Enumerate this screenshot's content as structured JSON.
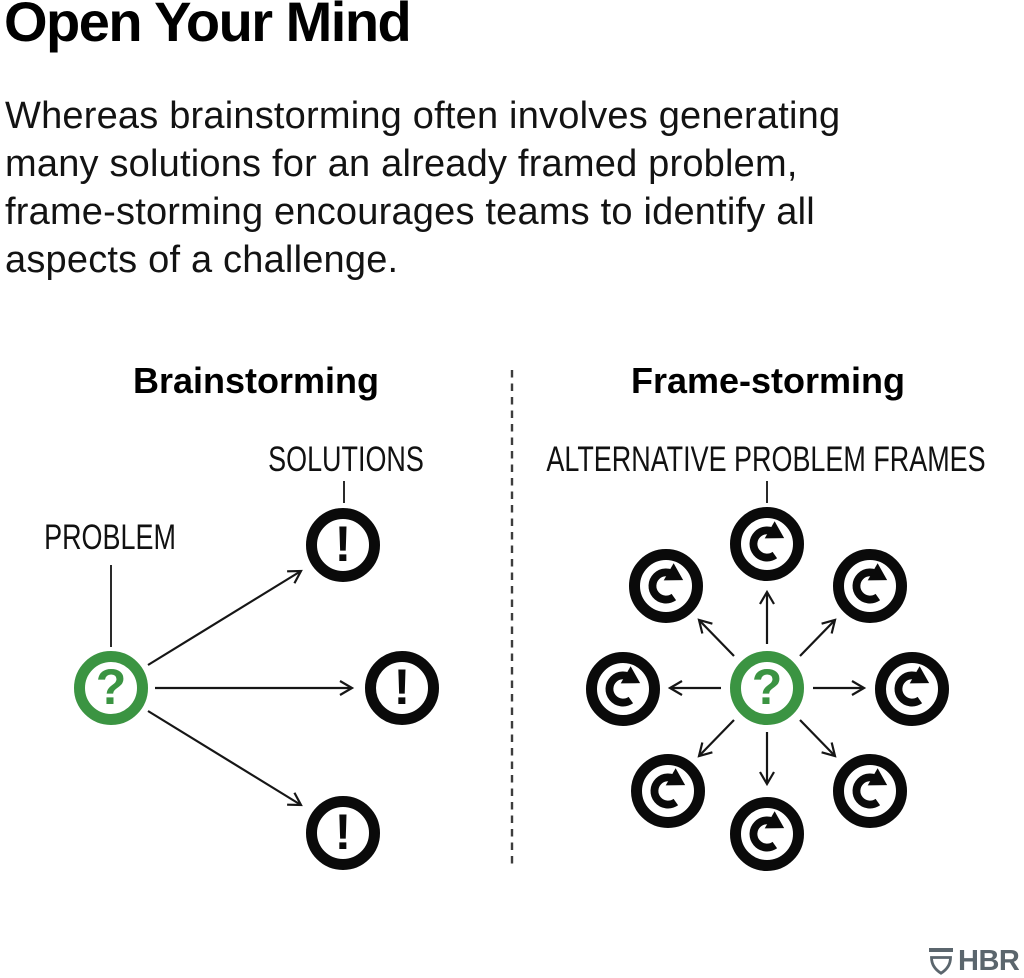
{
  "title": "Open Your Mind",
  "intro": {
    "lines": [
      "Whereas brainstorming often involves generating",
      "many solutions for an already framed problem,",
      "frame-storming encourages teams to identify all",
      "aspects of a challenge."
    ]
  },
  "panels": {
    "left": {
      "heading": "Brainstorming",
      "problem_label": "PROBLEM",
      "solutions_label": "SOLUTIONS",
      "problem_glyph": "?",
      "solution_glyph": "!",
      "solution_count": 3
    },
    "right": {
      "heading": "Frame-storming",
      "frames_label": "ALTERNATIVE PROBLEM FRAMES",
      "problem_glyph": "?",
      "frame_count": 8
    }
  },
  "icons": {
    "problem": "question-mark-icon",
    "solution": "exclamation-icon",
    "frame": "refresh-icon",
    "logo": "hbr-shield-icon"
  },
  "colors": {
    "problem_green": "#3b9442",
    "ink_black": "#0a0a0a",
    "logo_gray": "#5b666d"
  },
  "branding": {
    "logo_text": "HBR"
  }
}
